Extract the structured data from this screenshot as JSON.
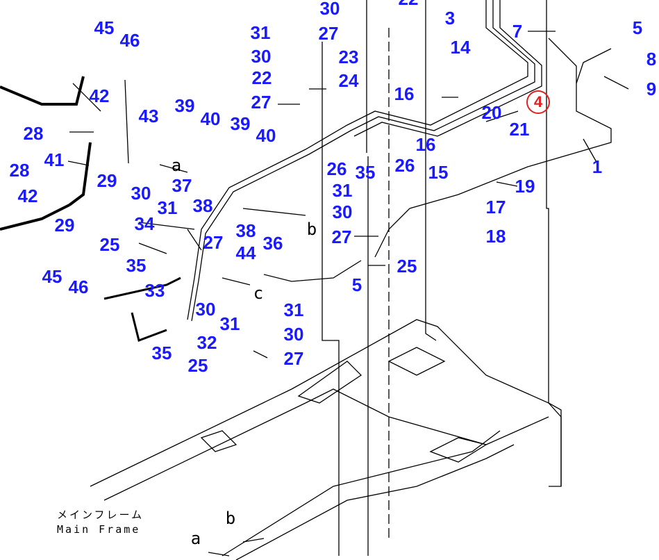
{
  "title": "Main Frame piping parts diagram",
  "caption": {
    "jp": "メインフレーム",
    "en": "Main Frame"
  },
  "highlight": {
    "label": "4",
    "color": "#e02020"
  },
  "callout_color": "#1a1aff",
  "callouts": [
    "30",
    "22",
    "3",
    "7",
    "5",
    "8",
    "9",
    "31",
    "27",
    "23",
    "30",
    "24",
    "22",
    "14",
    "16",
    "27",
    "45",
    "46",
    "42",
    "43",
    "39",
    "40",
    "39",
    "40",
    "20",
    "21",
    "16",
    "26",
    "28",
    "41",
    "29",
    "28",
    "42",
    "29",
    "30",
    "31",
    "37",
    "38",
    "26",
    "35",
    "15",
    "1",
    "19",
    "31",
    "30",
    "17",
    "38",
    "36",
    "27",
    "18",
    "34",
    "27",
    "25",
    "44",
    "35",
    "25",
    "5",
    "45",
    "46",
    "33",
    "30",
    "31",
    "31",
    "30",
    "35",
    "32",
    "27",
    "25"
  ],
  "refs": [
    "a",
    "b",
    "c",
    "b",
    "a"
  ]
}
